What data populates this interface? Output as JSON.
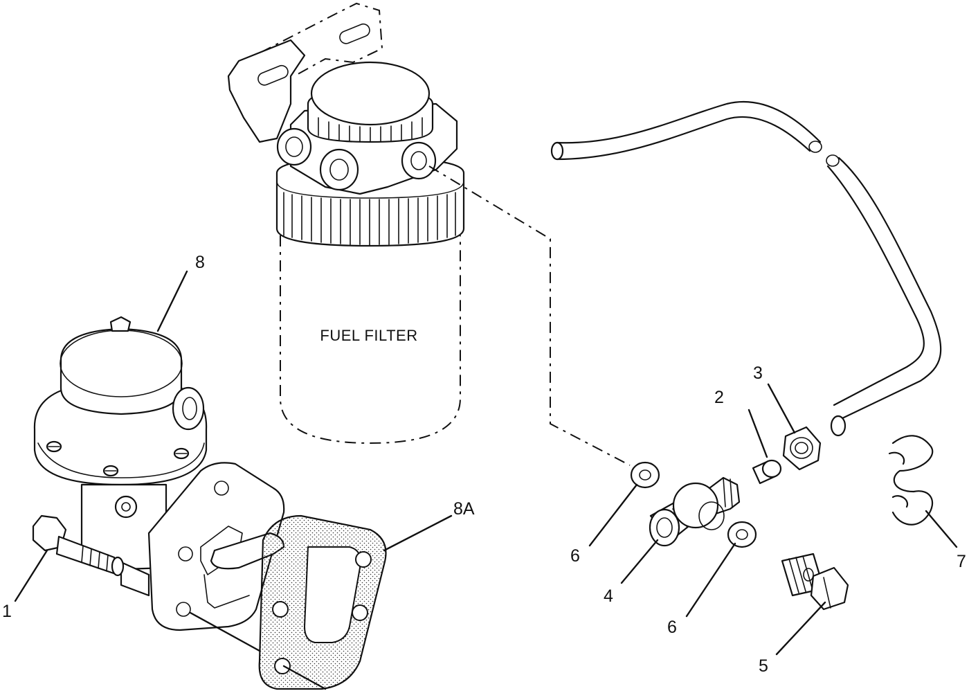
{
  "diagram": {
    "filter_label": "FUEL FILTER",
    "callouts": {
      "c1": "1",
      "c2": "2",
      "c3": "3",
      "c4": "4",
      "c5": "5",
      "c6a": "6",
      "c6b": "6",
      "c7": "7",
      "c8": "8",
      "c8a": "8A"
    }
  }
}
